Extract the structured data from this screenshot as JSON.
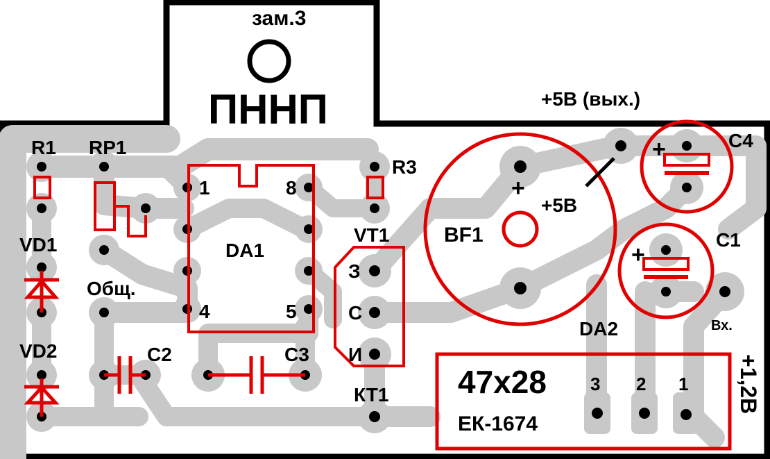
{
  "colors": {
    "board_outline": "#000000",
    "copper": "#c8c8c8",
    "silkscreen": "#e00000",
    "drill": "#000000"
  },
  "header": {
    "title": "ПННП",
    "revision": "зам.3"
  },
  "labels": {
    "r1": "R1",
    "rp1": "RP1",
    "r3": "R3",
    "vd1": "VD1",
    "vd2": "VD2",
    "common": "Общ.",
    "da1": "DA1",
    "da1_pin1": "1",
    "da1_pin8": "8",
    "da1_pin4": "4",
    "da1_pin5": "5",
    "vt1": "VT1",
    "vt1_pin_z": "З",
    "vt1_pin_c": "С",
    "vt1_pin_i": "И",
    "c2": "C2",
    "c3": "C3",
    "kt1": "КТ1",
    "bf1": "BF1",
    "plus_sign": "+",
    "plus5v": "+5В",
    "out5v": "+5В (вых.)",
    "c4": "C4",
    "c1": "C1",
    "da2": "DA2",
    "input": "Вх.",
    "da2_pin3": "3",
    "da2_pin2": "2",
    "da2_pin1": "1",
    "size": "47х28",
    "part_number": "ЕК-1674",
    "input_voltage": "+1,2В"
  }
}
